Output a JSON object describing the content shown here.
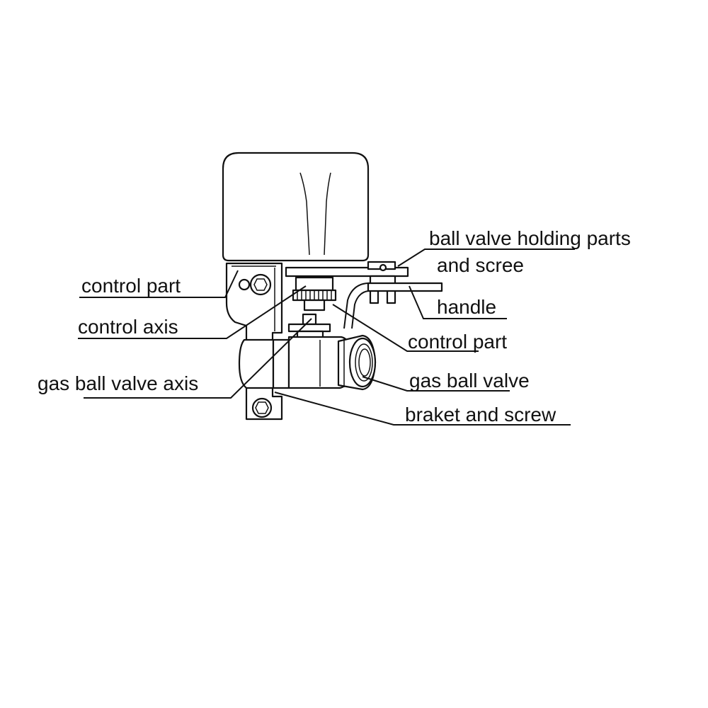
{
  "labels": {
    "ball_valve_holding_line1": "ball valve holding parts",
    "ball_valve_holding_line2": "and scree",
    "control_part_left": "control part",
    "control_axis": "control axis",
    "handle": "handle",
    "control_part_right": "control part",
    "gas_ball_valve_axis": "gas ball valve axis",
    "gas_ball_valve": "gas ball valve",
    "braket_and_screw": "braket and screw"
  }
}
